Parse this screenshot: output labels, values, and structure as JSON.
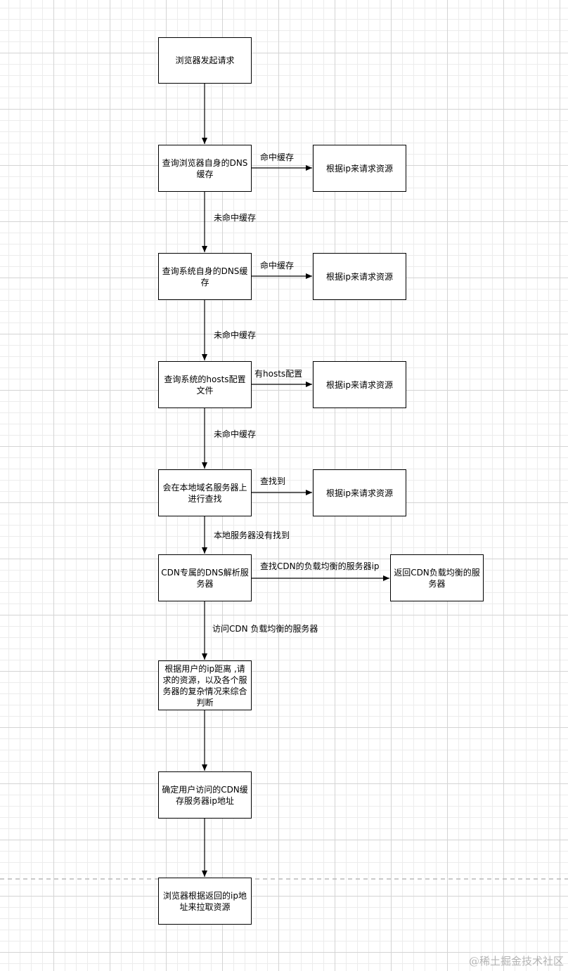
{
  "nodes": {
    "start": "浏览器发起请求",
    "browser_cache": "查询浏览器自身的DNS缓存",
    "system_cache": "查询系统自身的DNS缓存",
    "hosts_file": "查询系统的hosts配置文件",
    "local_dns": "会在本地域名服务器上进行查找",
    "cdn_dns": "CDN专属的DNS解析服务器",
    "judge": "根据用户的ip距离 ,请求的资源，以及各个服务器的复杂情况来综合判断",
    "confirm": "确定用户访问的CDN缓存服务器ip地址",
    "fetch": "浏览器根据返回的ip地址来拉取资源",
    "result_1": "根据ip来请求资源",
    "result_2": "根据ip来请求资源",
    "result_3": "根据ip来请求资源",
    "result_4": "根据ip来请求资源",
    "cdn_return": "返回CDN负载均衡的服务器"
  },
  "edges": {
    "hit_1": "命中缓存",
    "hit_2": "命中缓存",
    "has_hosts": "有hosts配置",
    "found": "查找到",
    "miss_1": "未命中缓存",
    "miss_2": "未命中缓存",
    "miss_3": "未命中缓存",
    "local_not_found": "本地服务器没有找到",
    "find_cdn_lb": "查找CDN的负载均衡的服务器ip",
    "visit_cdn_lb": "访问CDN 负载均衡的服务器"
  },
  "watermark": "@稀土掘金技术社区",
  "colors": {
    "line": "#000000",
    "dashed_separator": "#b8b8b8",
    "grid": "#d4d4d4"
  }
}
